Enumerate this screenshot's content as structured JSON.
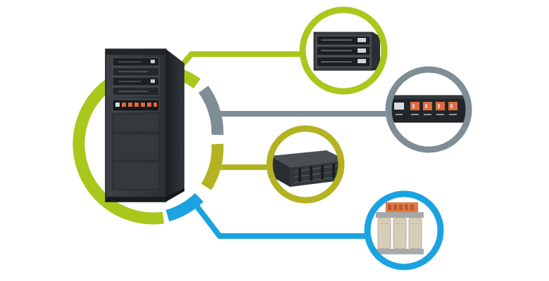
{
  "diagram": {
    "colors": {
      "lime": "#a8c81c",
      "olive": "#b3b321",
      "slate": "#7e8d96",
      "blue": "#1aa3e0",
      "rack_dark": "#2e3236",
      "rack_front": "#3b4045",
      "background": "#ffffff"
    },
    "central": {
      "name": "server-rack",
      "icon": "rack-cabinet-icon"
    },
    "connections": [
      {
        "name": "rack-server-units",
        "color": "lime",
        "icon": "server-units-icon"
      },
      {
        "name": "power-distribution-panel",
        "color": "slate",
        "icon": "breaker-panel-icon"
      },
      {
        "name": "power-module",
        "color": "olive",
        "icon": "power-module-icon"
      },
      {
        "name": "transformer",
        "color": "blue",
        "icon": "transformer-icon"
      }
    ]
  }
}
